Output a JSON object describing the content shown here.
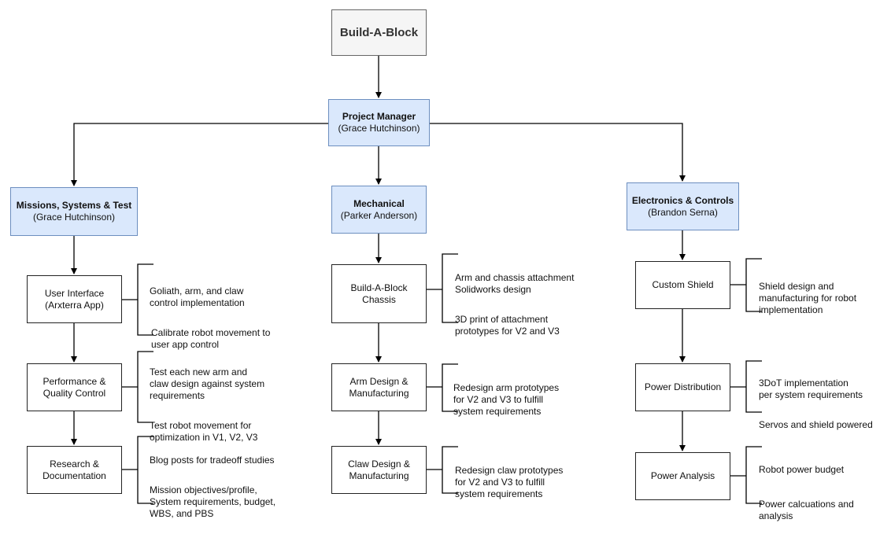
{
  "root": {
    "title": "Build-A-Block"
  },
  "manager": {
    "title": "Project Manager",
    "subtitle": "(Grace Hutchinson)"
  },
  "columns": [
    {
      "title": "Missions, Systems & Test",
      "subtitle": "(Grace Hutchinson)",
      "tasks": [
        {
          "title": "User Interface\n(Arxterra App)",
          "notes": [
            "Goliath, arm, and claw\ncontrol implementation",
            "Calibrate robot movement to\nuser app control"
          ]
        },
        {
          "title": "Performance &\nQuality Control",
          "notes": [
            "Test each new arm and\nclaw design against system\nrequirements",
            "Test robot movement for\noptimization in V1, V2, V3"
          ]
        },
        {
          "title": "Research &\nDocumentation",
          "notes": [
            "Blog posts for tradeoff studies",
            "Mission objectives/profile,\nSystem requirements, budget,\nWBS, and PBS"
          ]
        }
      ]
    },
    {
      "title": "Mechanical",
      "subtitle": "(Parker Anderson)",
      "tasks": [
        {
          "title": "Build-A-Block\nChassis",
          "notes": [
            "Arm and chassis attachment\nSolidworks design",
            "3D print of attachment\nprototypes for V2 and V3"
          ]
        },
        {
          "title": "Arm Design &\nManufacturing",
          "notes": [
            "Redesign arm prototypes\nfor V2 and V3 to fulfill\nsystem requirements"
          ]
        },
        {
          "title": "Claw Design &\nManufacturing",
          "notes": [
            "Redesign claw prototypes\nfor V2 and V3 to fulfill\nsystem requirements"
          ]
        }
      ]
    },
    {
      "title": "Electronics & Controls",
      "subtitle": "(Brandon Serna)",
      "tasks": [
        {
          "title": "Custom Shield",
          "notes": [
            "Shield design and\nmanufacturing for robot\nimplementation"
          ]
        },
        {
          "title": "Power Distribution",
          "notes": [
            "3DoT implementation\nper system requirements",
            "Servos and shield powered"
          ]
        },
        {
          "title": "Power Analysis",
          "notes": [
            "Robot power budget",
            "Power calcuations and\nanalysis"
          ]
        }
      ]
    }
  ]
}
